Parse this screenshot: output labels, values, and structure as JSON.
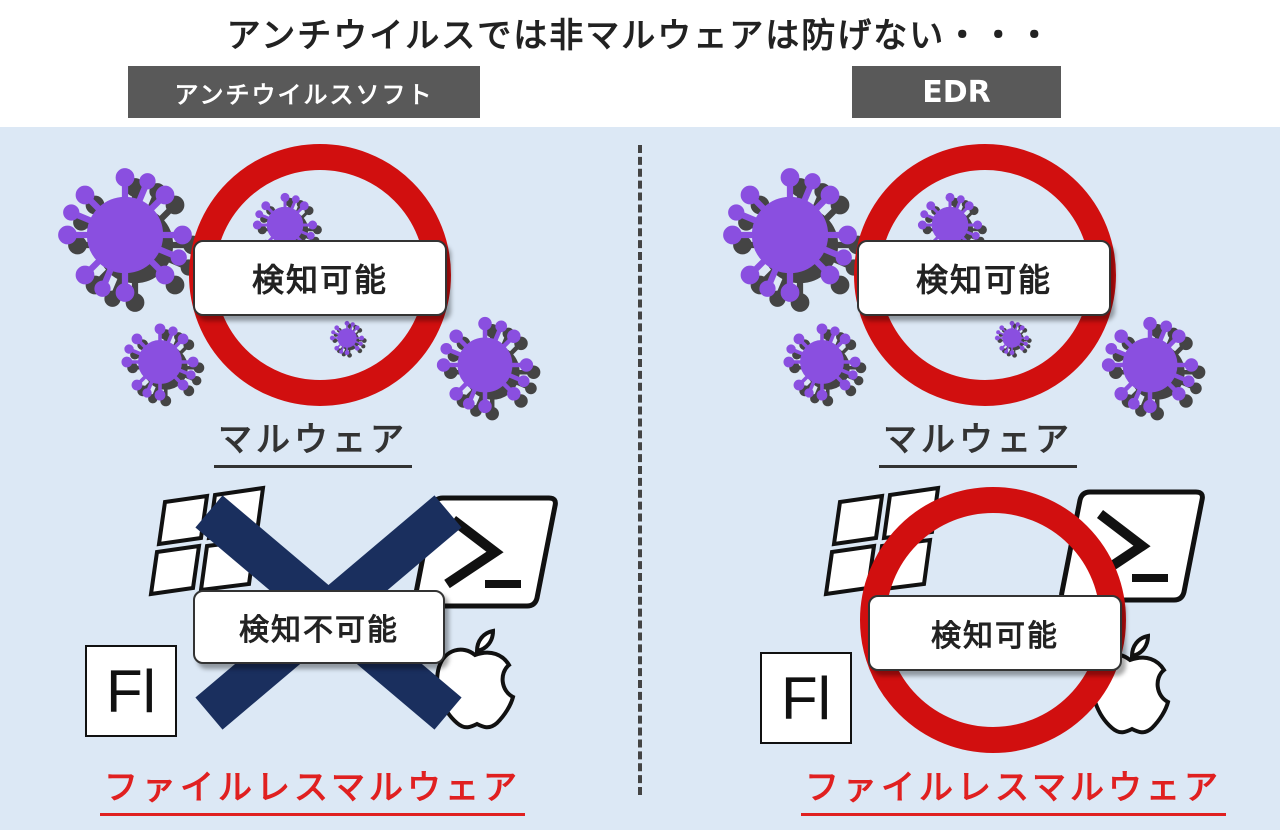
{
  "title": "アンチウイルスでは非マルウェアは防げない・・・",
  "left": {
    "label": "アンチウイルスソフト",
    "malware_badge": "検知可能",
    "malware_caption": "マルウェア",
    "fileless_badge": "検知不可能",
    "fileless_caption": "ファイルレスマルウェア",
    "fl_icon_text": "Fl"
  },
  "right": {
    "label": "EDR",
    "malware_badge": "検知可能",
    "malware_caption": "マルウェア",
    "fileless_badge": "検知可能",
    "fileless_caption": "ファイルレスマルウェア",
    "fl_icon_text": "Fl"
  },
  "colors": {
    "panel_bg": "#dce8f5",
    "virus": "#8a4fe0",
    "virus_shadow": "#444444",
    "ring": "#d10f0f",
    "cross": "#1a2f5e",
    "fileless_text": "#e02020",
    "label_bg": "#595959"
  },
  "icons": [
    "virus-icon",
    "prohibition-ring-icon",
    "cross-icon",
    "windows-logo-icon",
    "powershell-icon",
    "apple-logo-icon",
    "adobe-flash-icon"
  ]
}
